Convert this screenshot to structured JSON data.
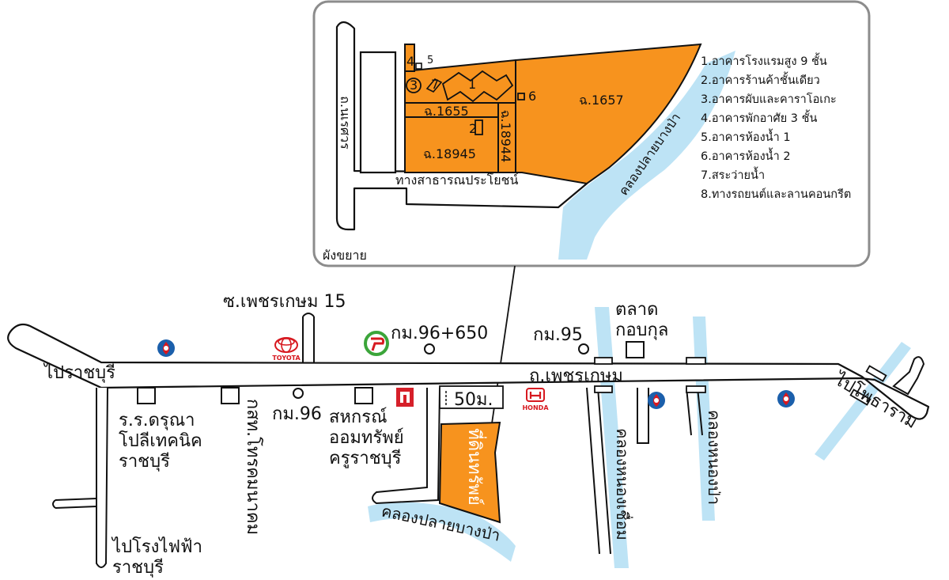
{
  "inset": {
    "caption": "ผังขยาย",
    "road_label": "ถ.นเรศวร",
    "public_way_label": "ทางสาธารณประโยชน์",
    "canal_label": "คลองปลายบางป่า",
    "plots": [
      "ฉ.1657",
      "ฉ.1655",
      "ฉ.18945",
      "ฉ.18944"
    ],
    "building_numbers": [
      "1",
      "2",
      "3",
      "4",
      "5",
      "6",
      "7"
    ],
    "legend": [
      "1.อาคารโรงแรมสูง 9 ชั้น",
      "2.อาคารร้านค้าชั้นเดียว",
      "3.อาคารผับและคาราโอเกะ",
      "4.อาคารพักอาศัย 3 ชั้น",
      "5.อาคารห้องน้ำ 1",
      "6.อาคารห้องน้ำ 2",
      "7.สระว่ายน้ำ",
      "8.ทางรถยนต์และลานคอนกรีต"
    ]
  },
  "main_map": {
    "main_road": "ถ.เพชรเกษม",
    "to_ratchaburi": "ไปราชบุรี",
    "to_photharam": "ไปโพธาราม",
    "soi": "ซ.เพชรเกษม 15",
    "km_9650": "กม.96+650",
    "km_95": "กม.95",
    "km_96": "กม.96",
    "market": [
      "ตลาด",
      "กอบกุล"
    ],
    "school": [
      "ร.ร.ดรุณา",
      "โปลีเทคนิค",
      "ราชบุรี"
    ],
    "eg_office": "กสท.โทรคมนาคม",
    "coop": [
      "สหกรณ์",
      "ออมทรัพย์",
      "ครูราชบุรี"
    ],
    "distance": "50ม.",
    "property": "ที่ดินทรัพย์",
    "canal_bottom": "คลองปลายบางป่า",
    "canal_nong_pueak": "คลองหนองเชื่อม",
    "canal_nong_pa": "คลองหนองป่า",
    "to_power_plant": [
      "ไปโรงไฟฟ้า",
      "ราชบุรี"
    ],
    "toyota_label": "TOYOTA",
    "honda_label": "HONDA"
  },
  "colors": {
    "orange": "#f7931e",
    "water": "#bde3f5",
    "border": "#8c8c8c",
    "ptt_red": "#d71920",
    "ptt_blue": "#1b5fab",
    "isuzu_red": "#d6202a",
    "pt_green": "#3ba53a"
  },
  "icons": [
    "ptt-station-icon",
    "toyota-logo-icon",
    "pt-station-icon",
    "isuzu-logo-icon",
    "honda-logo-icon"
  ]
}
